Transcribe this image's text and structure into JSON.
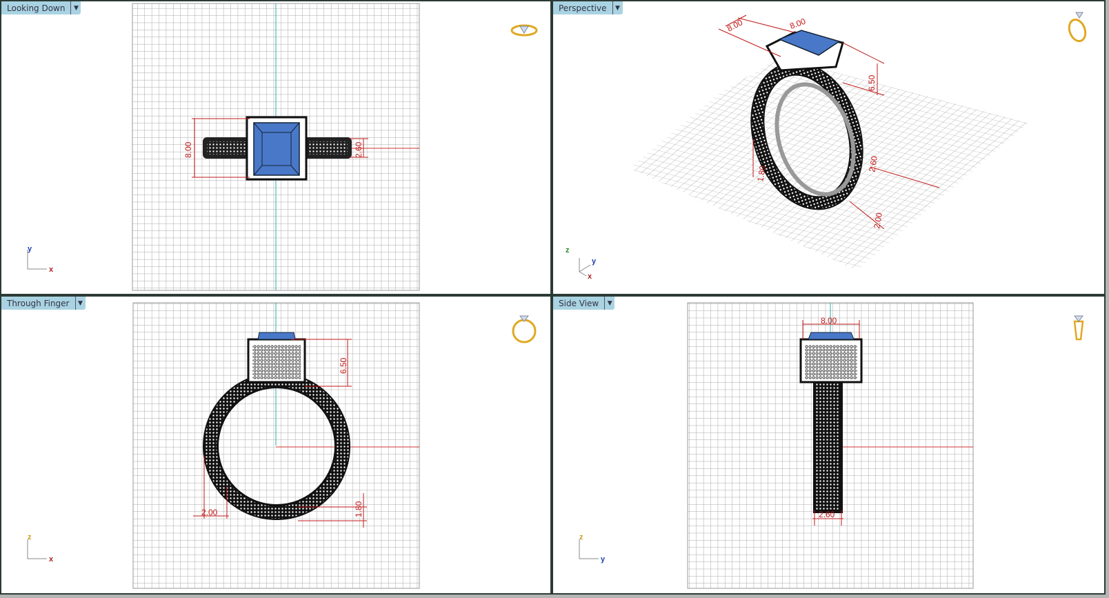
{
  "viewports": [
    {
      "label": "Looking Down",
      "axes": [
        "y",
        "x"
      ],
      "dimensions": [
        "8.00",
        "2.60"
      ]
    },
    {
      "label": "Perspective",
      "axes": [
        "z",
        "y",
        "x"
      ],
      "dimensions": [
        "8.00",
        "8.00",
        "6.50",
        "2.60",
        "1.80",
        "2.00"
      ]
    },
    {
      "label": "Through Finger",
      "axes": [
        "z",
        "x"
      ],
      "dimensions": [
        "6.50",
        "2.00",
        "1.80"
      ]
    },
    {
      "label": "Side View",
      "axes": [
        "z",
        "y"
      ],
      "dimensions": [
        "8.00",
        "2.60"
      ]
    }
  ],
  "icons": {
    "dropdown": "triangle-down-icon",
    "view_icon": "ring-icon"
  },
  "colors": {
    "tab": "#a9d3e2",
    "gem": "#4a78c8",
    "dimension": "#c01818",
    "grid": "#9a9a9a",
    "icon": "#e0a820",
    "axis_x": "#b02020",
    "axis_y": "#2040b0"
  }
}
